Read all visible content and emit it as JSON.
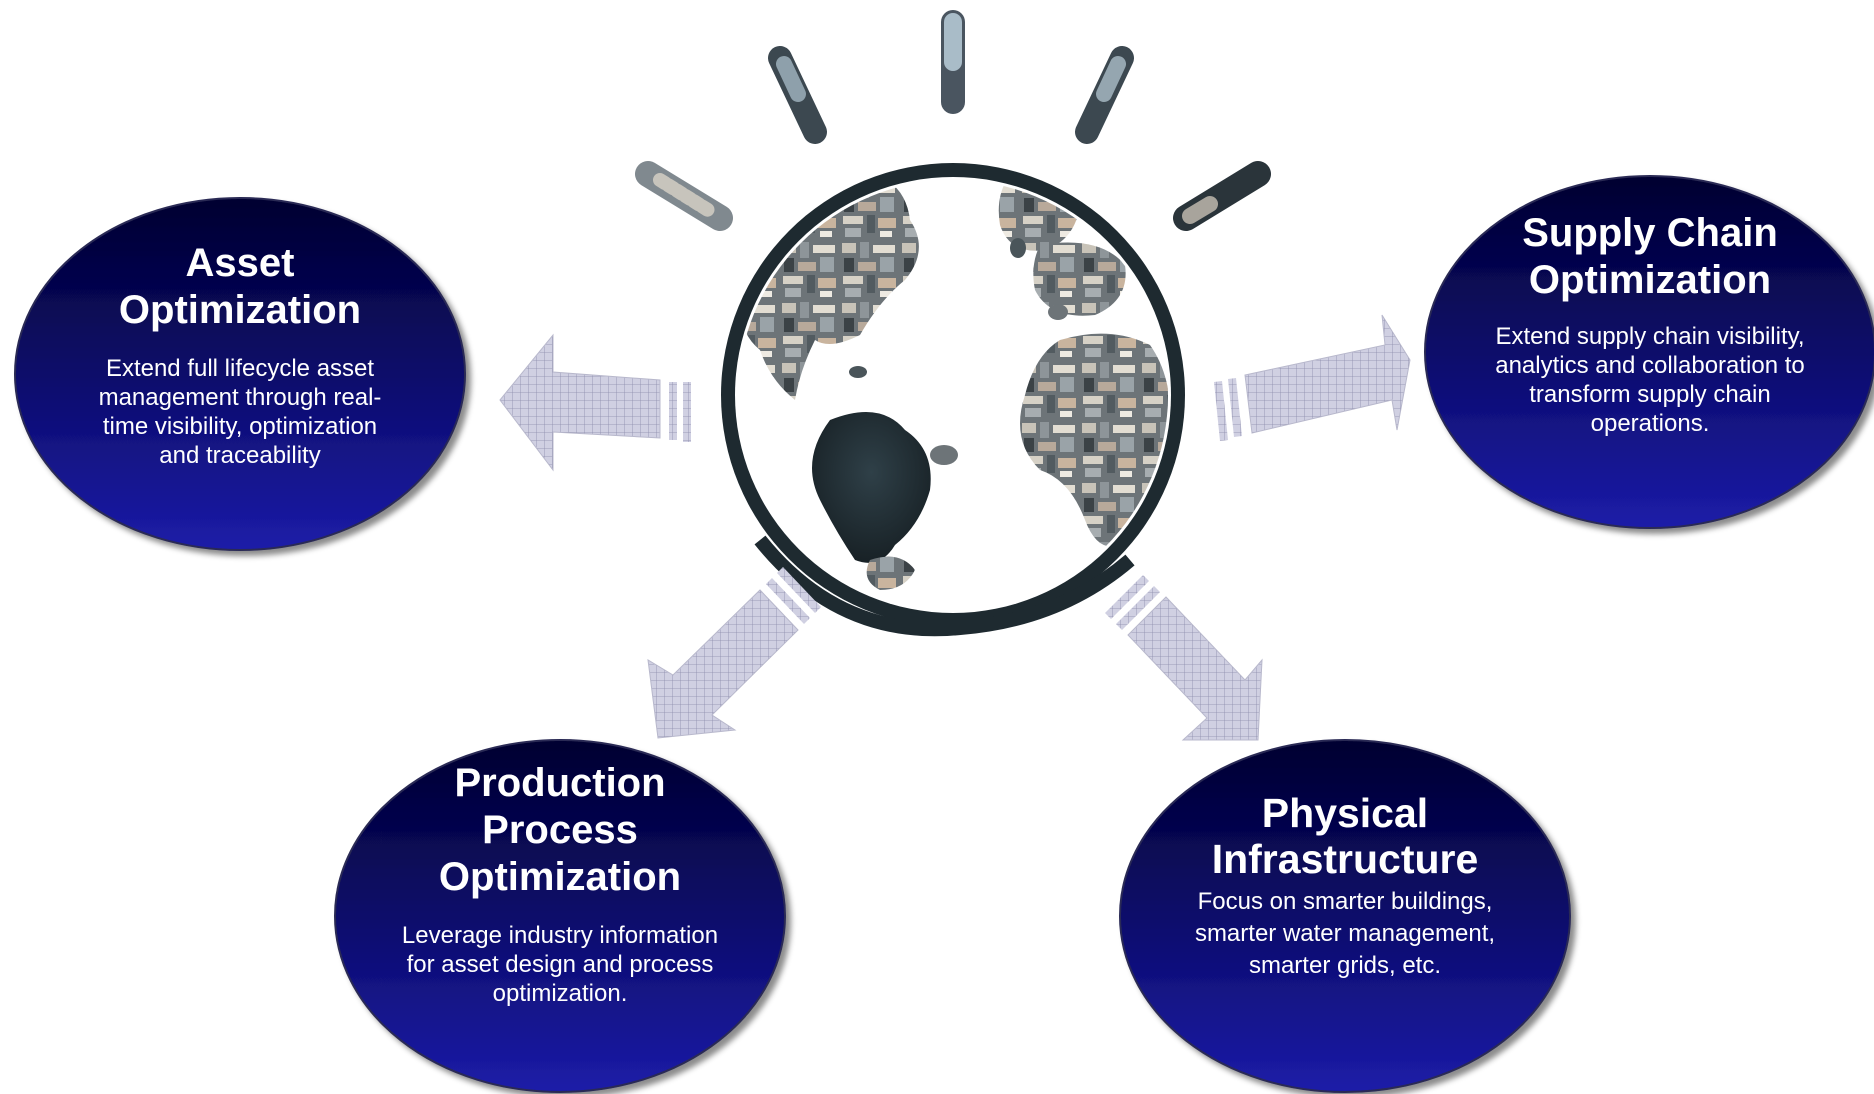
{
  "bubbles": {
    "asset": {
      "title": "Asset Optimization",
      "description": "Extend full lifecycle asset management through real-time visibility, optimization and traceability"
    },
    "supply_chain": {
      "title": "Supply Chain Optimization",
      "description": "Extend supply chain visibility, analytics and collaboration to transform supply chain operations."
    },
    "production": {
      "title": "Production Process Optimization",
      "description": "Leverage industry information for asset design and process optimization."
    },
    "physical": {
      "title": "Physical Infrastructure",
      "description": "Focus on smarter buildings, smarter water management, smarter grids, etc."
    }
  },
  "center": {
    "icon": "smarter-planet-globe-icon"
  },
  "colors": {
    "bubble_top": "#000030",
    "bubble_bottom": "#1a1aa0",
    "arrow_fill": "#c9c9dd",
    "arrow_grid": "#8a8aa8",
    "globe_dark": "#1e2a30"
  }
}
